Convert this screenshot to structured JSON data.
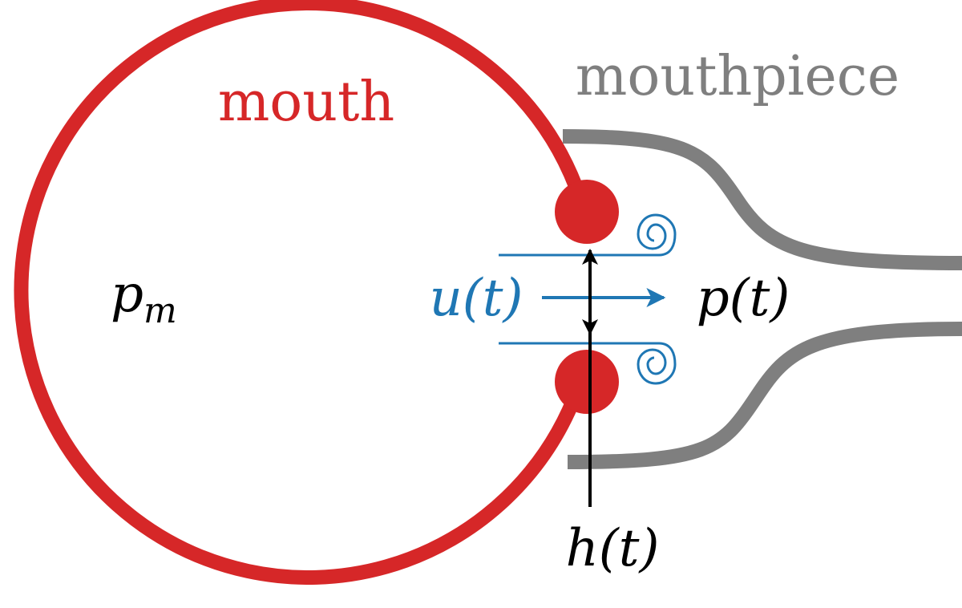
{
  "labels": {
    "mouth": "mouth",
    "mouthpiece": "mouthpiece",
    "mouth_pressure_base": "p",
    "mouth_pressure_sub": "m",
    "flow": "u(t)",
    "pressure": "p(t)",
    "opening": "h(t)"
  },
  "colors": {
    "mouth": "#d62728",
    "mouthpiece": "#7f7f7f",
    "flow": "#1f77b4",
    "text": "#000000"
  }
}
